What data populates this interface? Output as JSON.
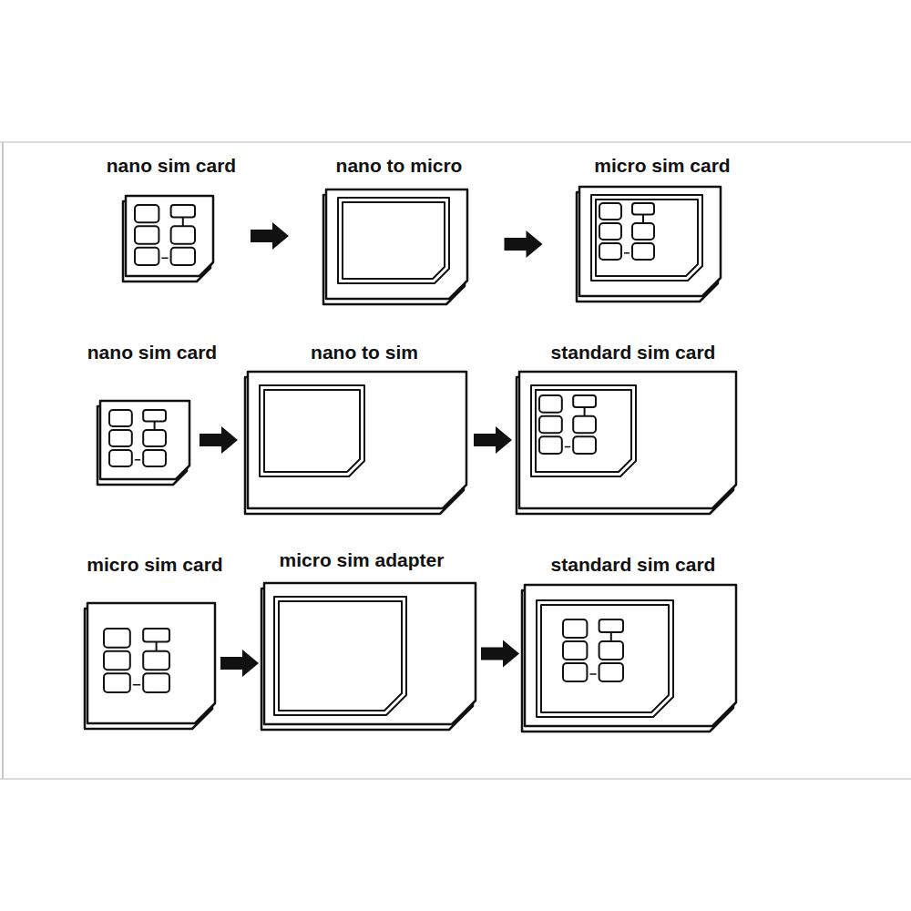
{
  "diagram": {
    "nodes": [
      {
        "text": [
          "nano sim card"
        ]
      },
      {
        "text": [
          "nano to micro"
        ]
      },
      {
        "text": [
          "micro sim card"
        ]
      },
      {
        "text": [
          "nano sim card"
        ]
      },
      {
        "text": [
          "nano to sim"
        ]
      },
      {
        "text": [
          "standard sim card"
        ]
      },
      {
        "text": [
          "micro sim card"
        ]
      },
      {
        "text": [
          "micro sim adapter"
        ]
      },
      {
        "text": [
          "standard sim card"
        ]
      }
    ],
    "edges": [
      {
        "from": 0,
        "to": 1,
        "arrow": "to"
      },
      {
        "from": 1,
        "to": 2,
        "arrow": "to"
      },
      {
        "from": 3,
        "to": 4,
        "arrow": "to"
      },
      {
        "from": 4,
        "to": 5,
        "arrow": "to"
      },
      {
        "from": 6,
        "to": 7,
        "arrow": "to"
      },
      {
        "from": 7,
        "to": 8,
        "arrow": "to"
      }
    ]
  }
}
